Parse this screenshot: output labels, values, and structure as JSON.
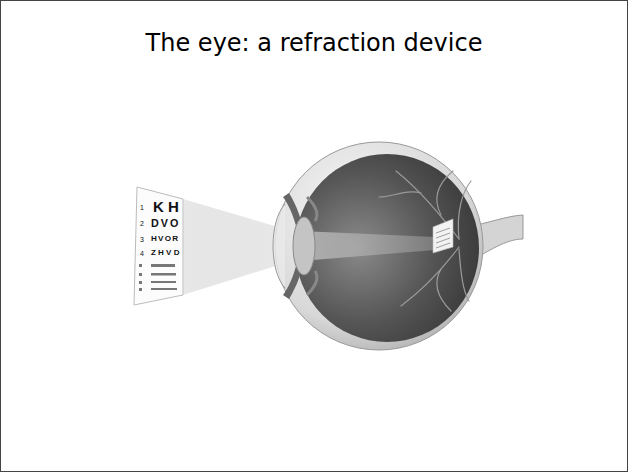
{
  "diagram": {
    "title": "The eye: a refraction device",
    "labels": [
      "1",
      "K H",
      "2",
      "D V O",
      "3",
      "H V O R",
      "4",
      "Z H V D"
    ]
  }
}
